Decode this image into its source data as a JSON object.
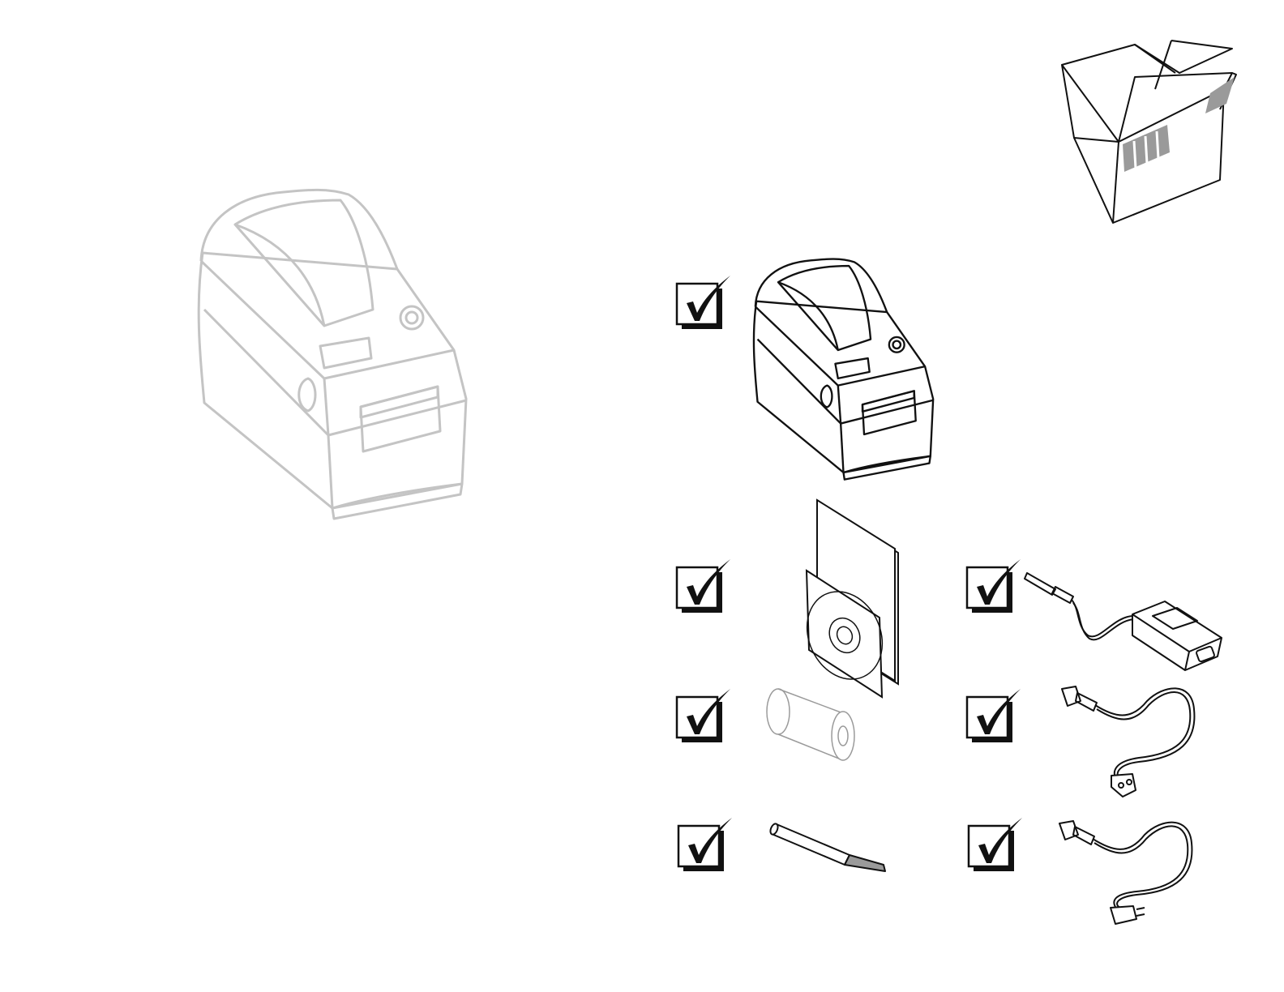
{
  "colors": {
    "line": "#111111",
    "ghost": "#c4c4c4",
    "shade": "#9a9a9a",
    "background": "#ffffff"
  },
  "icons": {
    "ghost_printer": "printer-icon",
    "box": "open-box-icon",
    "checkbox": "checkbox-checked-icon",
    "printer": "printer-icon",
    "documentation": "manual-and-cd-icon",
    "power_supply": "power-supply-icon",
    "label_roll": "label-roll-icon",
    "eu_cord": "eu-power-cord-icon",
    "pen": "cleaning-pen-icon",
    "us_cord": "us-power-cord-icon"
  },
  "checklist": [
    {
      "item": "printer",
      "checked": true
    },
    {
      "item": "documentation",
      "checked": true
    },
    {
      "item": "power-supply",
      "checked": true
    },
    {
      "item": "label-roll",
      "checked": true
    },
    {
      "item": "eu-power-cord",
      "checked": true
    },
    {
      "item": "cleaning-pen",
      "checked": true
    },
    {
      "item": "us-power-cord",
      "checked": true
    }
  ]
}
